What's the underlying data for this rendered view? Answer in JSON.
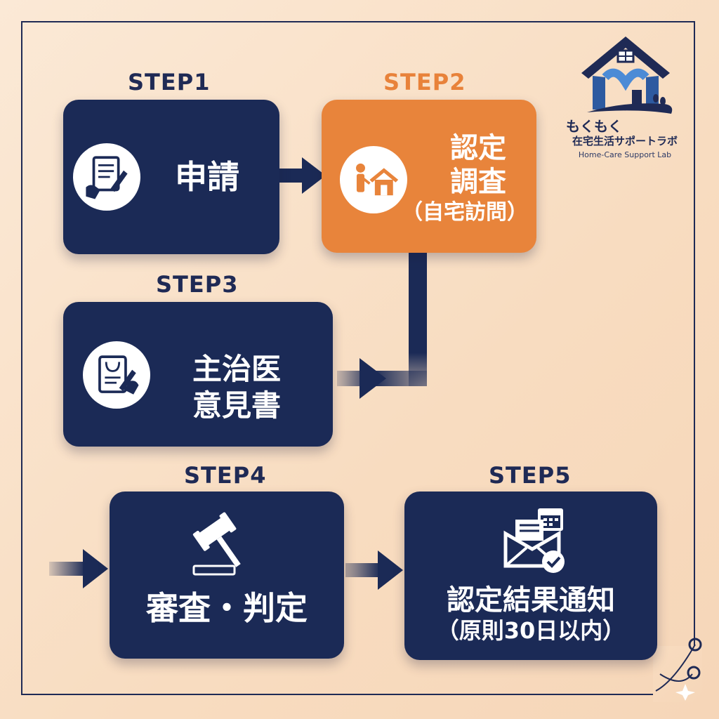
{
  "steps": [
    {
      "label": "STEP1",
      "title": "申請"
    },
    {
      "label": "STEP2",
      "line1": "認定",
      "line2": "調査",
      "line3": "（自宅訪問）"
    },
    {
      "label": "STEP3",
      "line1": "主治医",
      "line2": "意見書"
    },
    {
      "label": "STEP4",
      "title": "審査・判定"
    },
    {
      "label": "STEP5",
      "line1": "認定結果通知",
      "line2": "（原則30日以内）"
    }
  ],
  "logo": {
    "name_line1": "もくもく",
    "name_line2": "在宅生活サポートラボ",
    "name_en": "Home-Care Support Lab"
  },
  "colors": {
    "navy": "#1b2a56",
    "orange": "#e8843b",
    "background": "#f8dcc0"
  },
  "icons": [
    "document-sign-icon",
    "person-house-icon",
    "medical-record-sign-icon",
    "gavel-icon",
    "envelope-calendar-check-icon",
    "house-logo-icon"
  ]
}
